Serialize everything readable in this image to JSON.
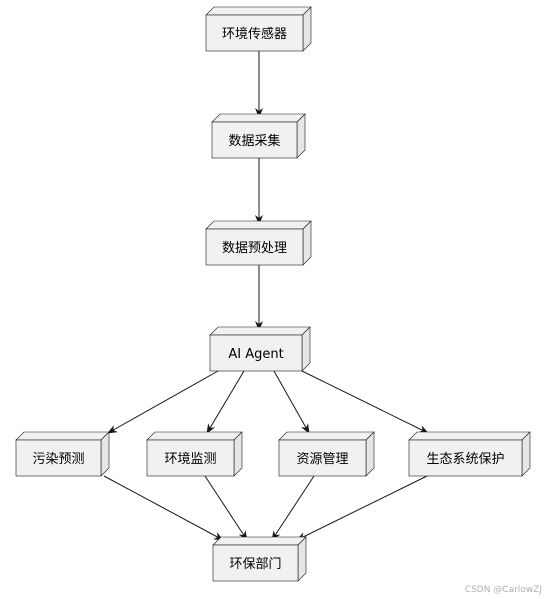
{
  "diagram": {
    "nodes": [
      {
        "id": "env_sensor",
        "label": "环境传感器"
      },
      {
        "id": "data_collect",
        "label": "数据采集"
      },
      {
        "id": "data_preprocess",
        "label": "数据预处理"
      },
      {
        "id": "ai_agent",
        "label": "AI Agent"
      },
      {
        "id": "pollution_predict",
        "label": "污染预测"
      },
      {
        "id": "env_monitor",
        "label": "环境监测"
      },
      {
        "id": "resource_mgmt",
        "label": "资源管理"
      },
      {
        "id": "eco_protect",
        "label": "生态系统保护"
      },
      {
        "id": "env_dept",
        "label": "环保部门"
      }
    ],
    "edges": [
      {
        "from": "env_sensor",
        "to": "data_collect"
      },
      {
        "from": "data_collect",
        "to": "data_preprocess"
      },
      {
        "from": "data_preprocess",
        "to": "ai_agent"
      },
      {
        "from": "ai_agent",
        "to": "pollution_predict"
      },
      {
        "from": "ai_agent",
        "to": "env_monitor"
      },
      {
        "from": "ai_agent",
        "to": "resource_mgmt"
      },
      {
        "from": "ai_agent",
        "to": "eco_protect"
      },
      {
        "from": "pollution_predict",
        "to": "env_dept"
      },
      {
        "from": "env_monitor",
        "to": "env_dept"
      },
      {
        "from": "resource_mgmt",
        "to": "env_dept"
      },
      {
        "from": "eco_protect",
        "to": "env_dept"
      }
    ],
    "colors": {
      "node_fill": "#f1f1f1",
      "node_side": "#e6e6e6",
      "node_stroke": "#181818",
      "edge": "#181818"
    }
  },
  "watermark": "CSDN @CarlowZJ"
}
